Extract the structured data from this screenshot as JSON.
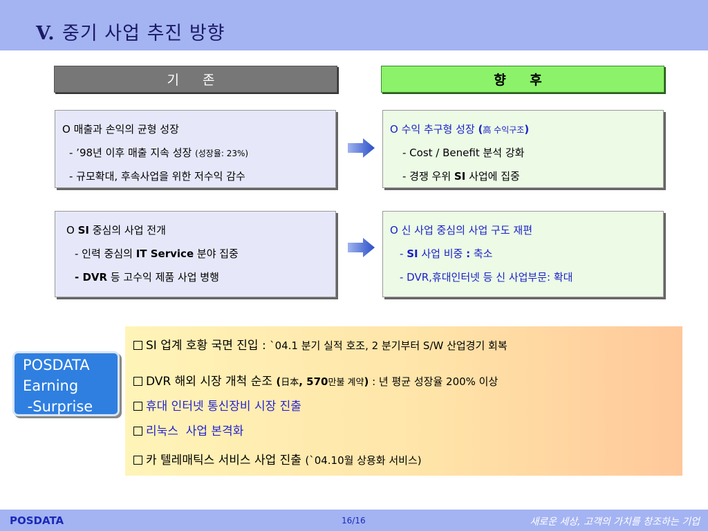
{
  "header": {
    "num": "V.",
    "title": "중기 사업 추진 방향"
  },
  "bands": {
    "left": "기 존",
    "right": "향 후"
  },
  "box1": {
    "l1": "O 매출과 손익의 균형 성장",
    "l2a": "- ’98년 이후 매출 지속 성장 ",
    "l2b": "(성장율: 23%)",
    "l3": "- 규모확대, 후속사업을 위한 저수익 감수"
  },
  "box2": {
    "l1a": "O  수익 추구형 성장 ",
    "l1b": "(",
    "l1c": "高 수익구조",
    "l1d": ")",
    "l2": "- Cost / Benefit 분석 강화",
    "l3a": "- 경쟁 우위 ",
    "l3b": "SI",
    "l3c": " 사업에 집중"
  },
  "box3": {
    "l1a": "O ",
    "l1b": "SI",
    "l1c": " 중심의 사업 전개",
    "l2a": "- 인력 중심의 ",
    "l2b": "IT Service",
    "l2c": " 분야 집중",
    "l3a": "- DVR",
    "l3b": " 등 고수익 제품 사업 병행"
  },
  "box4": {
    "l1": "O 신 사업 중심의 사업 구도 재편",
    "l2a": "- ",
    "l2b": "SI",
    "l2c": " 사업 비중 ",
    "l2d": ":",
    "l2e": " 축소",
    "l3": "- DVR,휴대인터넷 등 신 사업부문: 확대"
  },
  "badge": {
    "l1": "POSDATA",
    "l2": "Earning",
    "l3": " -Surprise"
  },
  "big": {
    "i1a": "SI 업계 호황 국면 진입 : ",
    "i1b": "`04.1 분기 실적 호조,  2 분기부터 S/W 산업경기 회복",
    "i2a": "DVR 해외 시장 개척 순조 ",
    "i2b": "(",
    "i2c": "日本",
    "i2d": ", 570",
    "i2e": "만불 계약",
    "i2f": ")",
    "i2g": " : 년 평균 성장율 200% 이상",
    "i3": "휴대 인터넷 통신장비 시장 진출",
    "i4": "리눅스  사업 본격화",
    "i5a": "카 텔레매틱스 서비스 사업 진출 ",
    "i5b": "(`04.10월 상용화 서비스)"
  },
  "footer": {
    "left": "POSDATA",
    "page": "16/16",
    "slogan": "새로운 세상, 고객의 가치를 창조하는 기업"
  },
  "colors": {
    "header": "#a4b3f2",
    "band_left": "#777777",
    "band_right": "#8cf26a",
    "accent_blue": "#1a22c8"
  }
}
